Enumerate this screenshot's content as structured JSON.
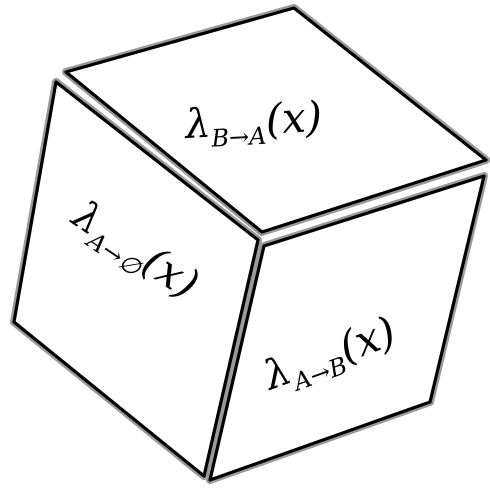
{
  "faces": {
    "top": {
      "symbol": "λ",
      "subscript": "B→A",
      "argument": "(x)"
    },
    "left": {
      "symbol": "λ",
      "subscript": "A→∅",
      "argument": "(x)"
    },
    "right": {
      "symbol": "λ",
      "subscript": "A→B",
      "argument": "(x)"
    }
  }
}
